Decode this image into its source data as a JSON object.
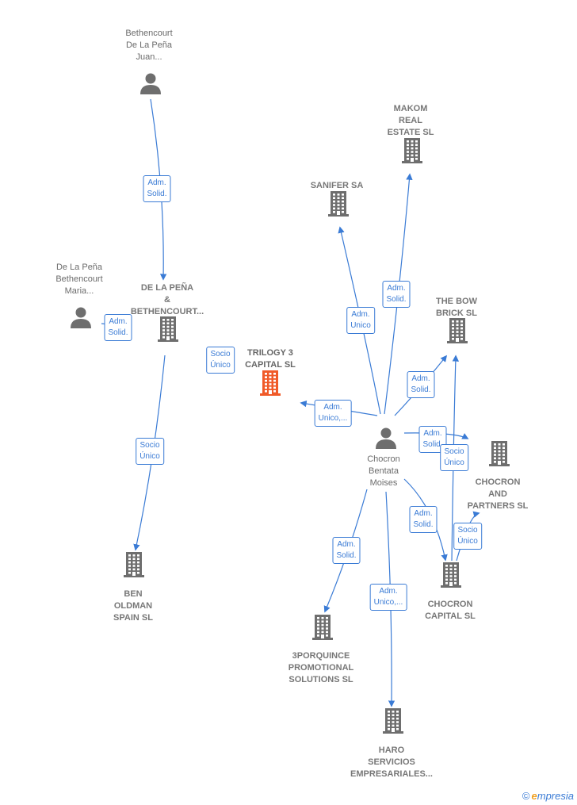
{
  "colors": {
    "edge": "#3a7bd5",
    "person": "#6e6e6e",
    "company": "#6e6e6e",
    "highlight": "#f05a28"
  },
  "nodes": [
    {
      "id": "bethencourt_juan",
      "type": "person",
      "label": "Bethencourt\nDe La Peña\nJuan..."
    },
    {
      "id": "de_la_pena_maria",
      "type": "person",
      "label": "De La Peña\nBethencourt\nMaria..."
    },
    {
      "id": "de_la_pena_bethencourt",
      "type": "company",
      "label": "DE LA PEÑA\n&\nBETHENCOURT..."
    },
    {
      "id": "ben_oldman",
      "type": "company",
      "label": "BEN\nOLDMAN\nSPAIN  SL"
    },
    {
      "id": "trilogy",
      "type": "main",
      "label": "TRILOGY 3\nCAPITAL  SL"
    },
    {
      "id": "sanifer",
      "type": "company",
      "label": "SANIFER SA"
    },
    {
      "id": "makom",
      "type": "company",
      "label": "MAKOM\nREAL\nESTATE  SL"
    },
    {
      "id": "the_bow",
      "type": "company",
      "label": "THE BOW\nBRICK  SL"
    },
    {
      "id": "chocron_moises",
      "type": "person",
      "label": "Chocron\nBentata\nMoises"
    },
    {
      "id": "chocron_partners",
      "type": "company",
      "label": "CHOCRON\nAND\nPARTNERS  SL"
    },
    {
      "id": "chocron_capital",
      "type": "company",
      "label": "CHOCRON\nCAPITAL  SL"
    },
    {
      "id": "tres_porquince",
      "type": "company",
      "label": "3PORQUINCE\nPROMOTIONAL\nSOLUTIONS SL"
    },
    {
      "id": "haro",
      "type": "company",
      "label": "HARO\nSERVICIOS\nEMPRESARIALES..."
    }
  ],
  "edges": [
    {
      "from": "bethencourt_juan",
      "to": "de_la_pena_bethencourt",
      "label": "Adm.\nSolid."
    },
    {
      "from": "de_la_pena_maria",
      "to": "de_la_pena_bethencourt",
      "label": "Adm.\nSolid."
    },
    {
      "from": "de_la_pena_bethencourt",
      "to": "ben_oldman",
      "label": "Socio\nÚnico"
    },
    {
      "from": "de_la_pena_bethencourt",
      "to": "trilogy",
      "label": "Socio\nÚnico"
    },
    {
      "from": "chocron_moises",
      "to": "trilogy",
      "label": "Adm.\nUnico,..."
    },
    {
      "from": "chocron_moises",
      "to": "sanifer",
      "label": "Adm.\nUnico"
    },
    {
      "from": "chocron_moises",
      "to": "makom",
      "label": "Adm.\nSolid."
    },
    {
      "from": "chocron_moises",
      "to": "the_bow",
      "label": "Adm.\nSolid."
    },
    {
      "from": "chocron_moises",
      "to": "chocron_partners",
      "label": "Adm.\nSolid."
    },
    {
      "from": "chocron_capital",
      "to": "the_bow",
      "label": "Socio\nÚnico"
    },
    {
      "from": "chocron_capital",
      "to": "chocron_partners",
      "label": "Socio\nÚnico"
    },
    {
      "from": "chocron_moises",
      "to": "chocron_capital",
      "label": "Adm.\nSolid."
    },
    {
      "from": "chocron_moises",
      "to": "tres_porquince",
      "label": "Adm.\nSolid."
    },
    {
      "from": "chocron_moises",
      "to": "haro",
      "label": "Adm.\nUnico,..."
    }
  ],
  "footer": {
    "copyright": "©",
    "brand_first": "e",
    "brand_rest": "mpresia"
  }
}
